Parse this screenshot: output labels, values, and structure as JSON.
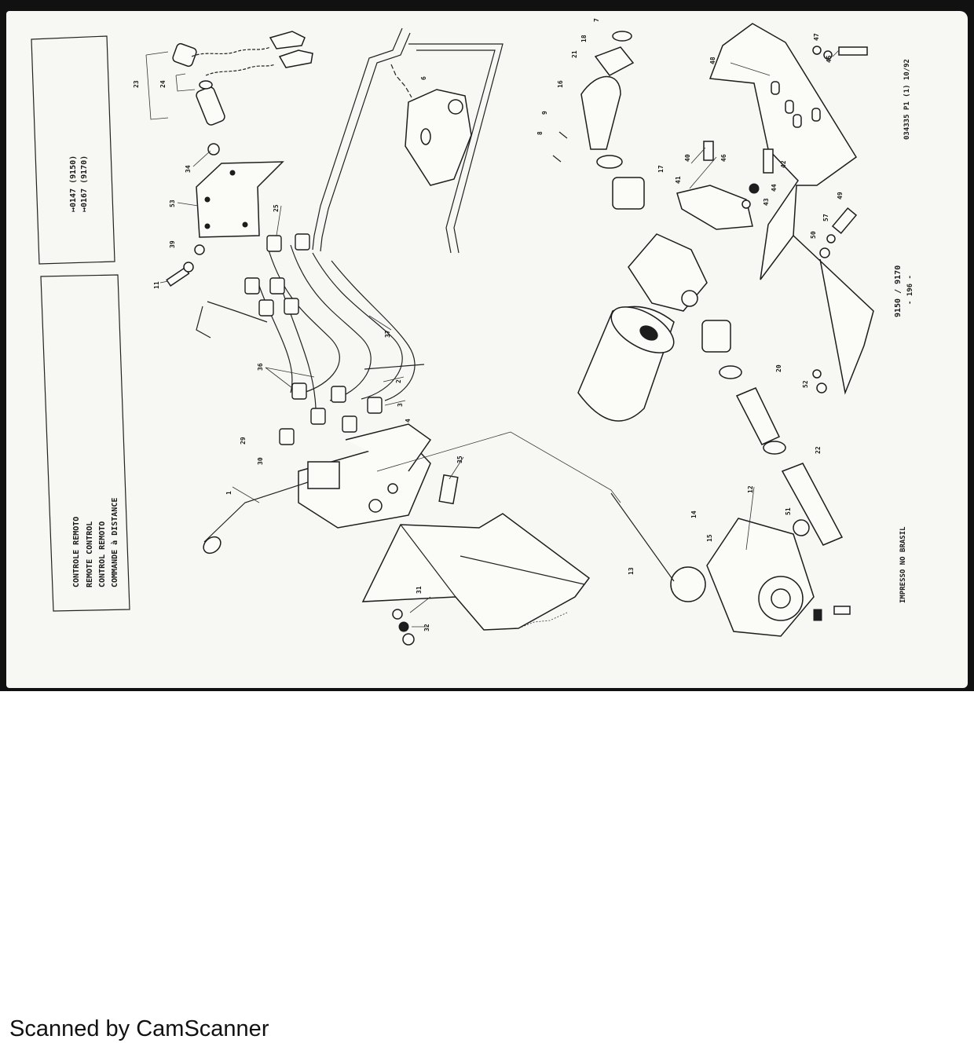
{
  "title_box": {
    "lines": [
      "CONTROLE REMOTO",
      "REMOTE CONTROL",
      "CONTROL REMOTO",
      "COMMANDE à DISTANCE"
    ]
  },
  "serial_box": {
    "lines": [
      "↦0147 (9150)",
      "↦0167 (9170)"
    ]
  },
  "footer": {
    "printed": "IMPRESSO NO BRASIL",
    "model": "9150 / 9170",
    "page": "- 196 -",
    "ref": "034335 P1 (1) 10/92"
  },
  "callouts": [
    "1",
    "2",
    "3",
    "4",
    "6",
    "7",
    "8",
    "9",
    "11",
    "12",
    "13",
    "14",
    "15",
    "16",
    "17",
    "18",
    "20",
    "21",
    "22",
    "23",
    "24",
    "25",
    "29",
    "30",
    "31",
    "32",
    "34",
    "35",
    "36",
    "37",
    "39",
    "40",
    "41",
    "42",
    "43",
    "44",
    "45",
    "46",
    "47",
    "48",
    "49",
    "50",
    "51",
    "52",
    "53",
    "57"
  ],
  "watermark": "Scanned by CamScanner"
}
